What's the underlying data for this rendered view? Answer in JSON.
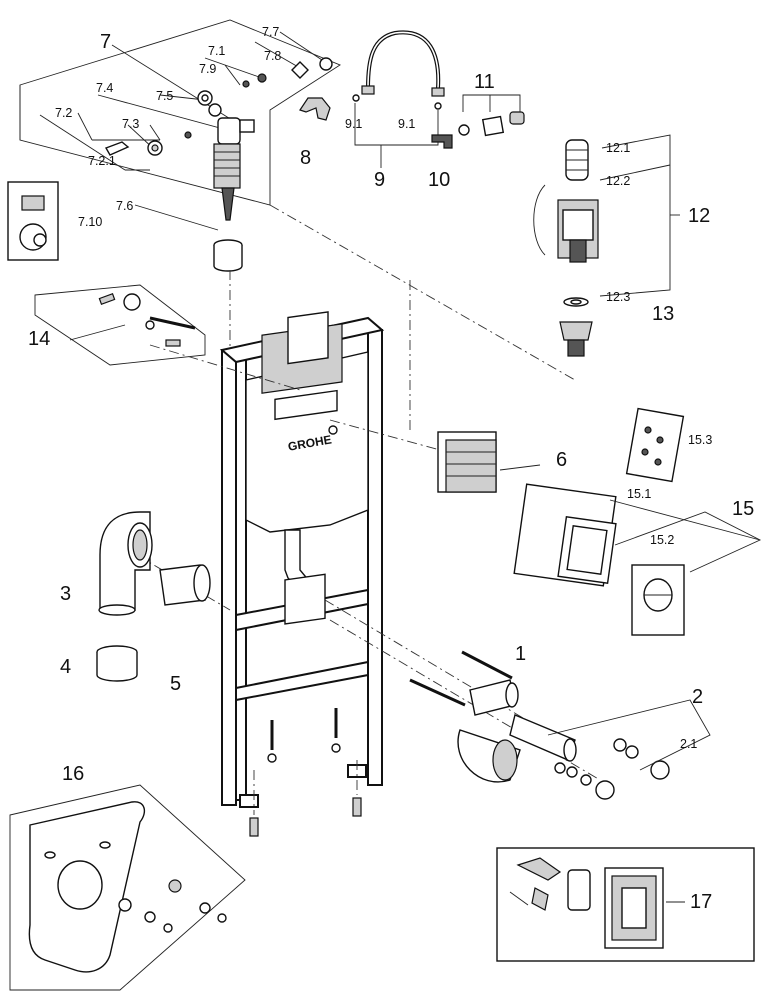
{
  "brand": "GROHE",
  "callouts": {
    "c1": "1",
    "c2": "2",
    "c2_1": "2.1",
    "c3": "3",
    "c4": "4",
    "c5": "5",
    "c6": "6",
    "c7": "7",
    "c7_1": "7.1",
    "c7_2": "7.2",
    "c7_2_1": "7.2.1",
    "c7_3": "7.3",
    "c7_4": "7.4",
    "c7_5": "7.5",
    "c7_6": "7.6",
    "c7_7": "7.7",
    "c7_8": "7.8",
    "c7_9": "7.9",
    "c7_10": "7.10",
    "c8": "8",
    "c9": "9",
    "c9_1a": "9.1",
    "c9_1b": "9.1",
    "c10": "10",
    "c11": "11",
    "c12": "12",
    "c12_1": "12.1",
    "c12_2": "12.2",
    "c12_3": "12.3",
    "c13": "13",
    "c14": "14",
    "c15": "15",
    "c15_1": "15.1",
    "c15_2": "15.2",
    "c15_3": "15.3",
    "c16": "16",
    "c17": "17"
  }
}
